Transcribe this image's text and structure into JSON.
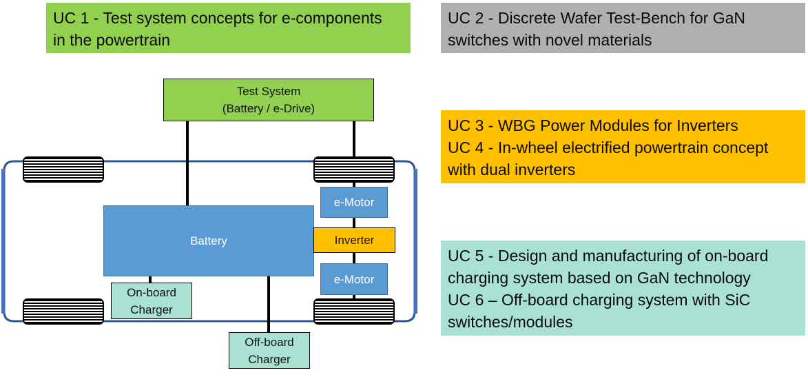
{
  "colors": {
    "uc1_bg": "#92D050",
    "uc2_bg": "#B0B0B0",
    "uc34_bg": "#FFC000",
    "uc56_bg": "#A9E1D5",
    "test_system_bg": "#92D050",
    "battery_bg": "#5B9BD5",
    "motor_bg": "#5B9BD5",
    "inverter_bg": "#FFC000",
    "charger_bg": "#A9E1D5",
    "car_frame": "#2F5597"
  },
  "use_cases": {
    "uc1": {
      "lines": [
        "UC 1 - Test system concepts for e-components",
        "in the powertrain"
      ]
    },
    "uc2": {
      "lines": [
        "UC 2 - Discrete Wafer Test-Bench for GaN",
        "switches with novel materials"
      ]
    },
    "uc34": {
      "lines": [
        "UC 3 - WBG Power Modules for Inverters",
        "UC 4 - In-wheel electrified powertrain concept",
        "with dual inverters"
      ]
    },
    "uc56": {
      "lines": [
        "UC 5 - Design and manufacturing of on-board",
        "charging system based on GaN technology",
        "UC 6 – Off-board charging system with SiC",
        "switches/modules"
      ]
    }
  },
  "diagram": {
    "test_system": {
      "line1": "Test System",
      "line2": "(Battery / e-Drive)"
    },
    "battery": {
      "label": "Battery"
    },
    "motor_top": {
      "label": "e-Motor"
    },
    "inverter": {
      "label": "Inverter"
    },
    "motor_bottom": {
      "label": "e-Motor"
    },
    "onboard_charger": {
      "line1": "On-board",
      "line2": "Charger"
    },
    "offboard_charger": {
      "line1": "Off-board",
      "line2": "Charger"
    }
  }
}
